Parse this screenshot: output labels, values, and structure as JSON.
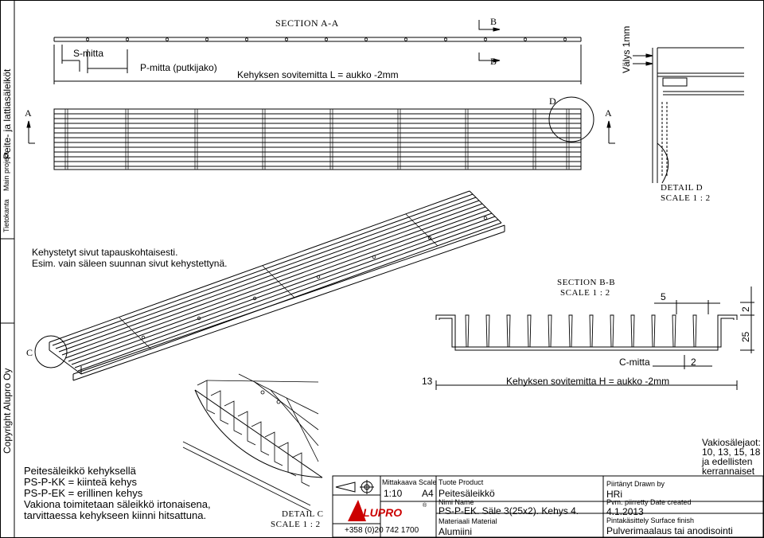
{
  "sidebar": {
    "title": "Peite- ja lattiasäleiköt",
    "main_project": "Main project",
    "tietokanta": "Tietokanta",
    "copyright": "Copyright Alupro Oy"
  },
  "top_view": {
    "section_aa": "SECTION A-A",
    "section_b_top": "B",
    "section_b_bottom": "B",
    "s_mitta": "S-mitta",
    "p_mitta": "P-mitta (putkijako)",
    "frame_dim": "Kehyksen sovitemitta L = aukko -2mm",
    "marker_a_left": "A",
    "marker_a_right": "A",
    "marker_d": "D",
    "valys": "Välys 1mm"
  },
  "detail_d": {
    "title": "DETAIL D",
    "scale": "SCALE 1 : 2"
  },
  "notes": {
    "line1": "Kehystetyt sivut tapauskohtaisesti.",
    "line2": "Esim. vain säleen suunnan sivut kehystettynä."
  },
  "iso_view": {
    "marker_c": "C"
  },
  "section_bb": {
    "title": "SECTION B-B",
    "scale": "SCALE 1 : 2",
    "dim_5": "5",
    "dim_2_top": "2",
    "dim_25": "25",
    "c_mitta": "C-mitta",
    "dim_2_bottom": "2",
    "dim_13": "13",
    "frame_dim": "Kehyksen sovitemitta H = aukko -2mm"
  },
  "detail_c": {
    "title": "DETAIL C",
    "scale": "SCALE 1 : 2"
  },
  "description": {
    "line1": "Peitesäleikkö kehyksellä",
    "line2": "PS-P-KK = kiinteä kehys",
    "line3": "PS-P-EK = erillinen kehys",
    "line4": "Vakiona toimitetaan säleikkö irtonaisena,",
    "line5": "tarvittaessa kehykseen kiinni hitsattuna."
  },
  "std_gaps": {
    "line1": "Vakiosälejaot:",
    "line2": "10, 13, 15, 18",
    "line3": "ja edellisten",
    "line4": "kerrannaiset"
  },
  "title_block": {
    "logo": "ALUPRO",
    "phone": "+358 (0)20 742 1700",
    "scale_label": "Mittakaava  Scale",
    "scale_value": "1:10",
    "paper": "A4",
    "product_label": "Tuote  Product",
    "product_value": "Peitesäleikkö",
    "name_label": "Nimi  Name",
    "name_value": "PS-P-EK. Säle 3(25x2). Kehys 4.",
    "material_label": "Materiaali  Material",
    "material_value": "Alumiini",
    "drawn_label": "Piirtänyt  Drawn by",
    "drawn_value": "HRi",
    "created_label": "Pvm. piirretty  Date created",
    "created_value": "4.1.2013",
    "finish_label": "Pintakäsittely  Surface finish",
    "finish_value": "Pulverimaalaus tai anodisointi"
  }
}
